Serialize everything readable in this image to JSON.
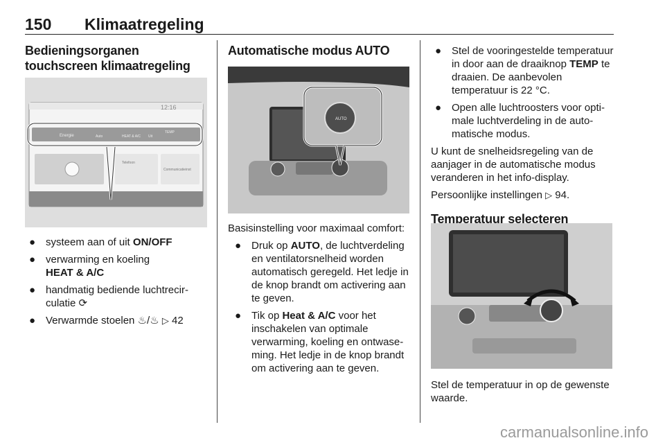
{
  "header": {
    "page_number": "150",
    "chapter": "Klimaatregeling"
  },
  "col1": {
    "heading": "Bedieningsorganen touchscreen klimaatregeling",
    "screen": {
      "clock": "12:16",
      "tile_energie": "Energie",
      "tile_auto": "Auto",
      "tile_heat": "HEAT & A/C",
      "tile_off": "Uit",
      "tile_temp": "TEMP",
      "tile_telefoon": "Telefoon",
      "tile_comm": "Communicatieinst"
    },
    "bullets": [
      {
        "text": "systeem aan of uit ",
        "bold": "ON/OFF",
        "after": ""
      },
      {
        "text": "verwarming en koeling ",
        "bold": "HEAT & A/C",
        "after": ""
      },
      {
        "text": "handmatig bediende luchtrecir­culatie ",
        "bold": "",
        "after": ""
      },
      {
        "text": "Verwarmde stoelen ",
        "bold": "",
        "after": " 42"
      }
    ]
  },
  "col2": {
    "heading": "Automatische modus AUTO",
    "knob_label": "AUTO",
    "intro": "Basisinstelling voor maximaal comfort:",
    "b1_pre": "Druk op ",
    "b1_bold": "AUTO",
    "b1_post": ", de luchtverdeling en ventilatorsnelheid worden automatisch geregeld. Het ledje in de knop brandt om activering aan te geven.",
    "b2_pre": "Tik op ",
    "b2_bold": "Heat & A/C",
    "b2_post": " voor het inschakelen van optimale verwarming, koeling en ontwase­ming. Het ledje in de knop brandt om activering aan te geven."
  },
  "col3": {
    "b1_pre": "Stel de vooringestelde tempera­tuur in door aan de draaiknop ",
    "b1_bold": "TEMP",
    "b1_post": " te draaien. De aanbevolen temperatuur is 22 °C.",
    "b2": "Open alle luchtroosters voor opti­male luchtverdeling in de auto­matische modus.",
    "para1": "U kunt de snelheidsregeling van de aanjager in de automatische modus veranderen in het info-display.",
    "para2_text": "Persoonlijke instellingen ",
    "para2_ref": " 94.",
    "heading": "Temperatuur selecteren",
    "caption": "Stel de temperatuur in op de gewen­ste waarde."
  },
  "footer": {
    "watermark": "carmanualsonline.info"
  }
}
